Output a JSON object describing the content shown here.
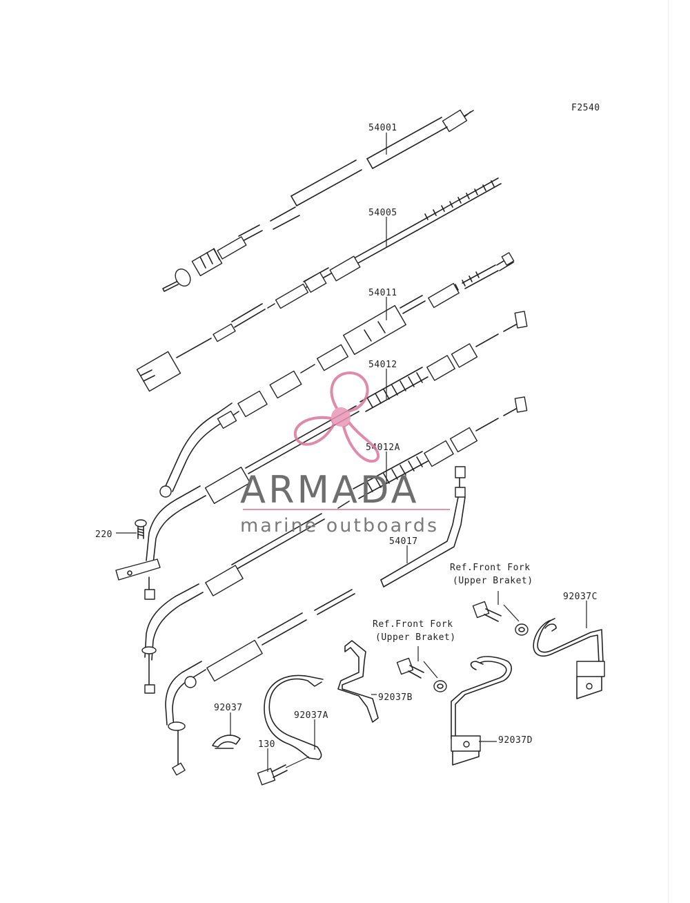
{
  "figure_code": "F2540",
  "part_labels": {
    "p54001": "54001",
    "p54005": "54005",
    "p54011": "54011",
    "p54012": "54012",
    "p54012a": "54012A",
    "p54017": "54017",
    "p220": "220",
    "p92037": "92037",
    "p92037a": "92037A",
    "p92037b": "92037B",
    "p92037c": "92037C",
    "p92037d": "92037D",
    "p130": "130"
  },
  "ref_notes": {
    "upper_1_line1": "Ref.Front Fork",
    "upper_1_line2": "(Upper Braket)",
    "upper_2_line1": "Ref.Front Fork",
    "upper_2_line2": "(Upper Braket)"
  },
  "watermark": {
    "brand": "ARMADA",
    "tagline": "marine outboards",
    "logo_color": "#d9779c",
    "text_color": "#6e6e6e"
  }
}
